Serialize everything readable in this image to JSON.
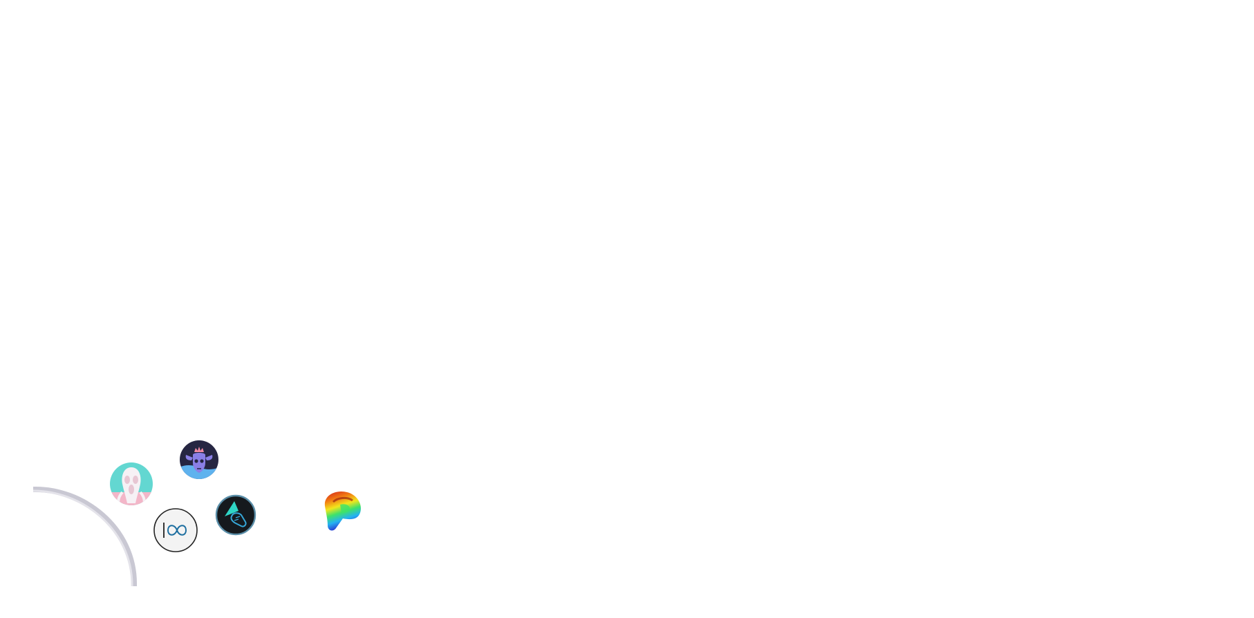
{
  "scene": {
    "background": "#ffffff",
    "arc_color": "#c9c8d3"
  },
  "tokens": [
    {
      "id": "scream",
      "icon": "scream-mask-icon",
      "colors": {
        "bg": "#63d7d1",
        "bottom": "#f3b6c8",
        "mask": "#f6f1f5"
      }
    },
    {
      "id": "bull",
      "icon": "bull-skull-icon",
      "colors": {
        "bg": "#262642",
        "wave": "#5fb2ee",
        "skull": "#8a7fe6",
        "crown": "#f28aa5"
      }
    },
    {
      "id": "infinity",
      "icon": "infinity-bar-icon",
      "colors": {
        "bg": "#f3f3f3",
        "ring": "#222222",
        "bar": "#333333",
        "loop": "#1e6fa0"
      }
    },
    {
      "id": "alpha-shoe",
      "icon": "teal-shoe-icon",
      "colors": {
        "bg": "#15191d",
        "ring": "#5a8ea8",
        "triangle": "#2fd6c6",
        "shoe": "#36a7d8"
      }
    },
    {
      "id": "curve",
      "icon": "rainbow-curve-icon",
      "colors": {
        "red": "#d11d1d",
        "orange": "#f27b12",
        "yellow": "#f2e61c",
        "green": "#3ee26a",
        "blue": "#2a5ef0"
      }
    }
  ]
}
